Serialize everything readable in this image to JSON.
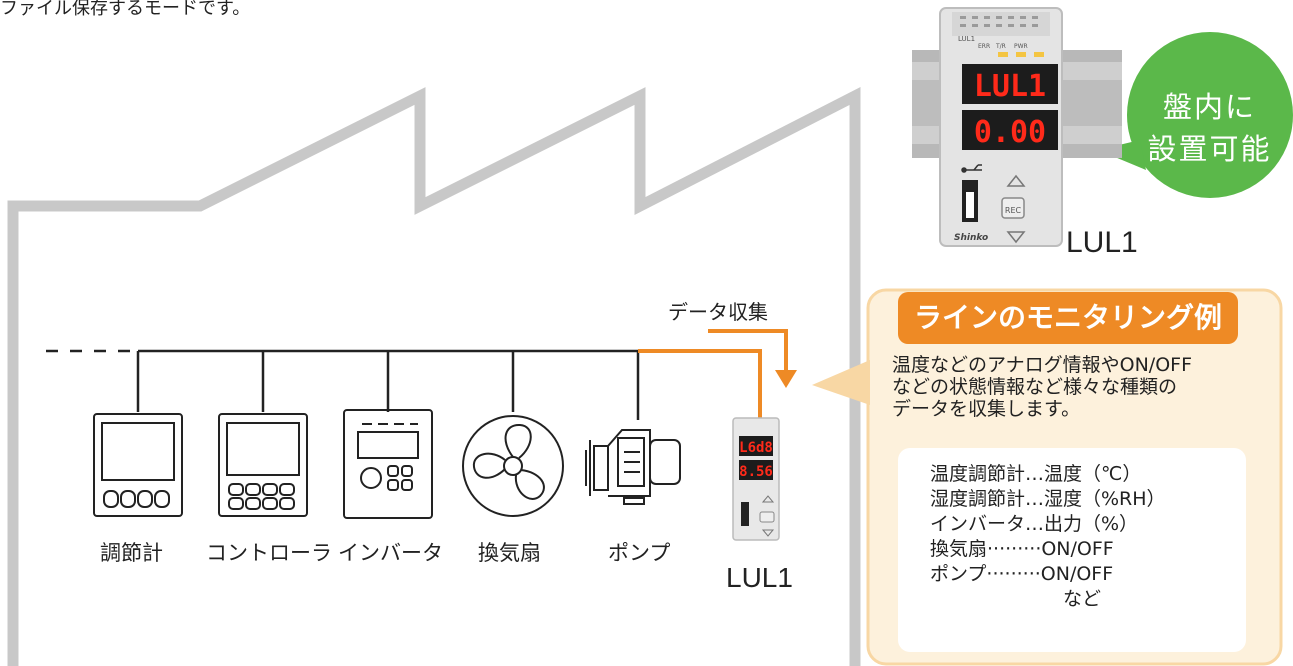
{
  "intro_text": "ファイル保存するモードです。",
  "bubble": {
    "line1": "盤内に",
    "line2": "設置可能"
  },
  "device_top": {
    "name": "LUL1",
    "display1": "LUL1",
    "display2": "0.00",
    "brand": "Shinko",
    "rec_label": "REC",
    "led_labels": [
      "ERR",
      "T/R",
      "PWR"
    ]
  },
  "line_diagram": {
    "devices": [
      {
        "label": "調節計",
        "icon": "temperature-controller-icon"
      },
      {
        "label": "コントローラ",
        "icon": "controller-icon"
      },
      {
        "label": "インバータ",
        "icon": "inverter-icon"
      },
      {
        "label": "換気扇",
        "icon": "fan-icon"
      },
      {
        "label": "ポンプ",
        "icon": "pump-icon"
      }
    ],
    "collect_label": "データ収集",
    "logger_name": "LUL1",
    "logger_display1": "L6d8",
    "logger_display2": "8.56"
  },
  "panel": {
    "title": "ラインのモニタリング例",
    "description": [
      "温度などのアナログ情報やON/OFF",
      "などの状態情報など様々な種類の",
      "データを収集します。"
    ],
    "examples": [
      "温度調節計…温度（℃）",
      "湿度調節計…湿度（%RH）",
      "インバータ…出力（%）",
      "換気扇·········ON/OFF",
      "ポンプ·········ON/OFF",
      "　　　　　　　など"
    ]
  },
  "colors": {
    "accent_orange": "#ee8a25",
    "panel_bg": "#fdf1dc",
    "bubble_green": "#5bb84a",
    "factory_gray": "#c8c8c8",
    "line_black": "#222222",
    "led_red": "#ff2a1a"
  }
}
